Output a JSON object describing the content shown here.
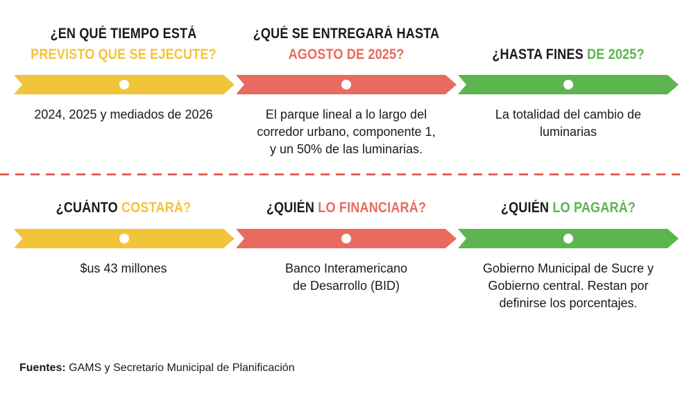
{
  "colors": {
    "yellow": "#f2c43a",
    "red": "#e96a5e",
    "green": "#5cb54f",
    "divider": "#e0463c"
  },
  "row1": [
    {
      "heading_line1": "¿EN QUÉ TIEMPO ESTÁ",
      "heading_line2_accent": "PREVISTO QUE SE EJECUTE?",
      "body": [
        "2024, 2025 y mediados de 2026"
      ]
    },
    {
      "heading_line1": "¿QUÉ SE ENTREGARÁ HASTA",
      "heading_line2_accent": "AGOSTO DE 2025?",
      "body": [
        "El parque lineal a lo largo del",
        "corredor urbano, componente 1,",
        "y un 50% de las luminarias."
      ]
    },
    {
      "heading_plain": "¿HASTA FINES ",
      "heading_accent": "DE 2025?",
      "body": [
        "La totalidad del cambio de",
        "luminarias"
      ]
    }
  ],
  "row2": [
    {
      "heading_plain": "¿CUÁNTO ",
      "heading_accent": "COSTARÁ?",
      "body": [
        "$us 43 millones"
      ]
    },
    {
      "heading_plain": "¿QUIÉN ",
      "heading_accent": "LO FINANCIARÁ?",
      "body": [
        "Banco Interamericano",
        "de Desarrollo (BID)"
      ]
    },
    {
      "heading_plain": "¿QUIÉN ",
      "heading_accent": "LO PAGARÁ?",
      "body": [
        "Gobierno Municipal de Sucre y",
        "Gobierno central. Restan por",
        "definirse los porcentajes."
      ]
    }
  ],
  "footer": {
    "label": "Fuentes:",
    "text": " GAMS y Secretario Municipal de Planificación"
  }
}
